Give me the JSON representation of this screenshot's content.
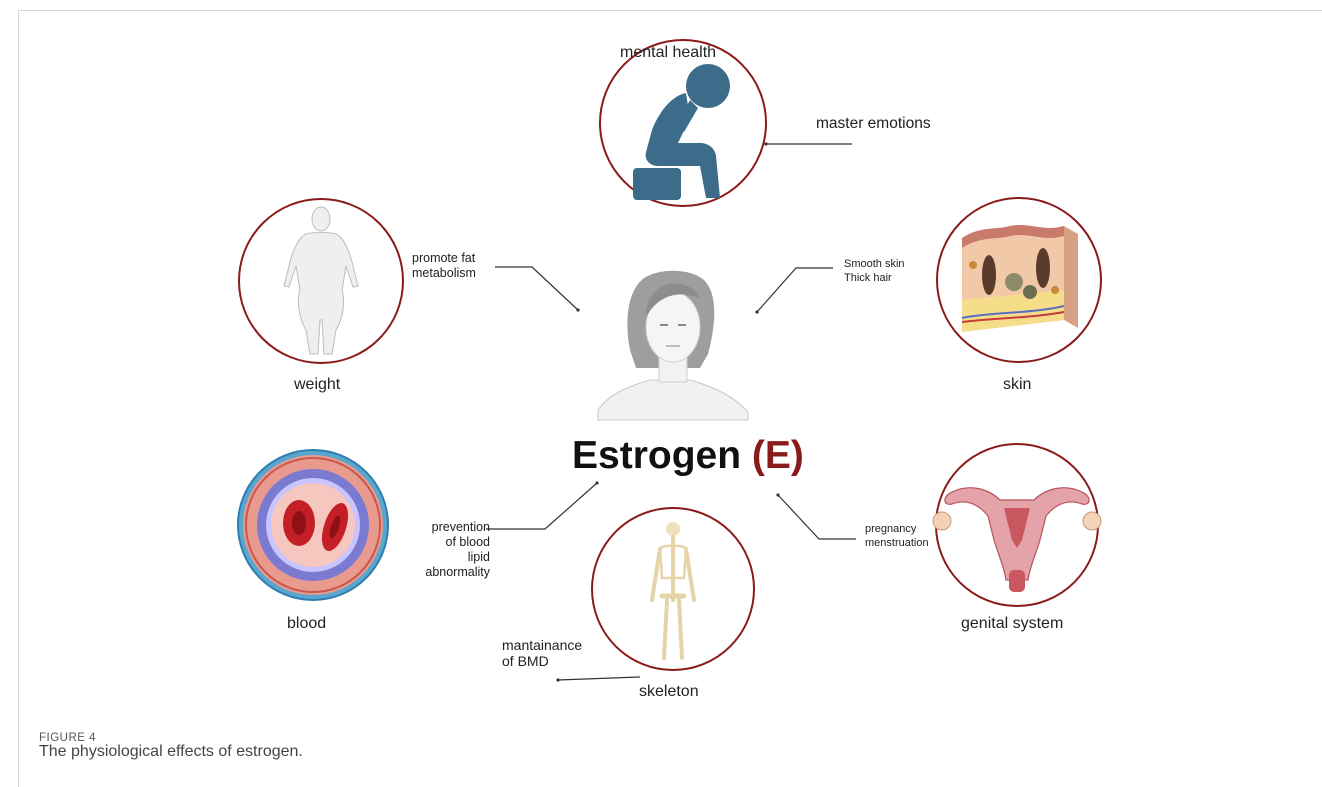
{
  "title": {
    "main": "Estrogen",
    "symbol": "(E)"
  },
  "nodes": {
    "mental": {
      "label": "mental health",
      "effect": "master emotions"
    },
    "weight": {
      "label": "weight",
      "effect": "promote fat\nmetabolism"
    },
    "skin": {
      "label": "skin",
      "effect": "Smooth skin\nThick hair"
    },
    "blood": {
      "label": "blood",
      "effect": "prevention\nof blood\nlipid\nabnormality"
    },
    "skeleton": {
      "label": "skeleton",
      "effect": "mantainance\nof BMD"
    },
    "genital": {
      "label": "genital system",
      "effect": "pregnancy\nmenstruation"
    }
  },
  "figure": {
    "label": "FIGURE 4",
    "caption": "The physiological effects of estrogen."
  },
  "colors": {
    "ring": "#8b1a1a",
    "title_accent": "#8b1a1a",
    "mental_icon": "#3d6b8a"
  }
}
